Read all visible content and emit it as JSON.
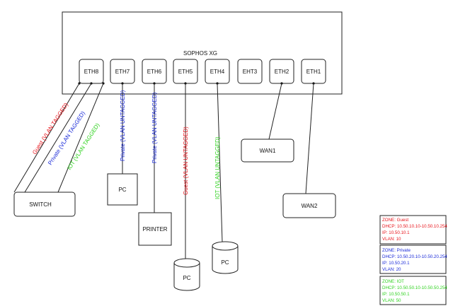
{
  "firewall": {
    "title": "SOPHOS XG"
  },
  "ports": [
    {
      "id": "eth8",
      "label": "ETH8"
    },
    {
      "id": "eth7",
      "label": "ETH7"
    },
    {
      "id": "eth6",
      "label": "ETH6"
    },
    {
      "id": "eth5",
      "label": "ETH5"
    },
    {
      "id": "eth4",
      "label": "ETH4"
    },
    {
      "id": "eht3",
      "label": "EHT3"
    },
    {
      "id": "eth2",
      "label": "ETH2"
    },
    {
      "id": "eth1",
      "label": "ETH1"
    }
  ],
  "devices": {
    "switch": "SWITCH",
    "pc_eth7": "PC",
    "printer": "PRINTER",
    "pc_eth5": "PC",
    "pc_eth4": "PC",
    "wan1": "WAN1",
    "wan2": "WAN2"
  },
  "links": {
    "eth8_guest": "Guest (VLAN TAGGED)",
    "eth8_private": "Private (VLAN TAGGED)",
    "eth8_iot": "IOT (VLAN TAGGED)",
    "eth7": "Private (VLAN UNTAGGED)",
    "eth6": "Private (VLAN UNTAGGED)",
    "eth5": "Guest (VLAN UNTAGGED)",
    "eth4": "IOT (VLAN UNTAGGED)"
  },
  "zones": [
    {
      "id": "guest",
      "lines": [
        "ZONE: Guest",
        "DHCP: 10.50.10.10-10.50.10.254",
        "IP: 10.50.10.1",
        "VLAN: 10"
      ],
      "color": "#e8141b"
    },
    {
      "id": "private",
      "lines": [
        "ZONE: Private",
        "DHCP: 10.50.20.10-10.50.20.254",
        "IP: 10.50.20.1",
        "VLAN: 20"
      ],
      "color": "#1a2ad8"
    },
    {
      "id": "iot",
      "lines": [
        "ZONE: IOT",
        "DHCP: 10.50.50.10-10.50.50.254",
        "IP: 10.50.50.1",
        "VLAN: 50"
      ],
      "color": "#2fd21f"
    }
  ],
  "colors": {
    "guest": "#e8141b",
    "private": "#1a2ad8",
    "iot": "#2fd21f",
    "line": "#222222"
  }
}
